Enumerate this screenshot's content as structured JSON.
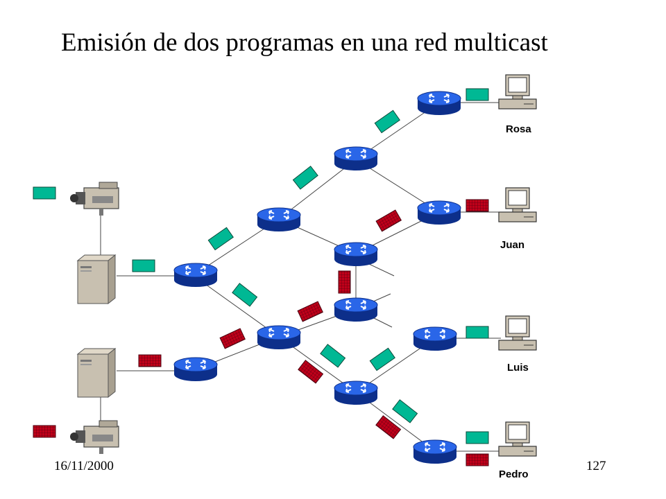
{
  "slide": {
    "title": "Emisión de dos programas en una red multicast",
    "date": "16/11/2000",
    "page_number": "127"
  },
  "hosts": [
    {
      "id": "rosa",
      "label": "Rosa"
    },
    {
      "id": "juan",
      "label": "Juan"
    },
    {
      "id": "luis",
      "label": "Luis"
    },
    {
      "id": "pedro",
      "label": "Pedro"
    }
  ],
  "colors": {
    "program_green": "#00b894",
    "program_red": "#c0001a",
    "router_blue": "#1f5be0",
    "router_dark": "#0d2f8a",
    "device_gray": "#c8c0b0"
  },
  "icons": {
    "router": "router-icon",
    "server": "server-icon",
    "camera": "video-camera-icon",
    "computer": "computer-icon"
  }
}
